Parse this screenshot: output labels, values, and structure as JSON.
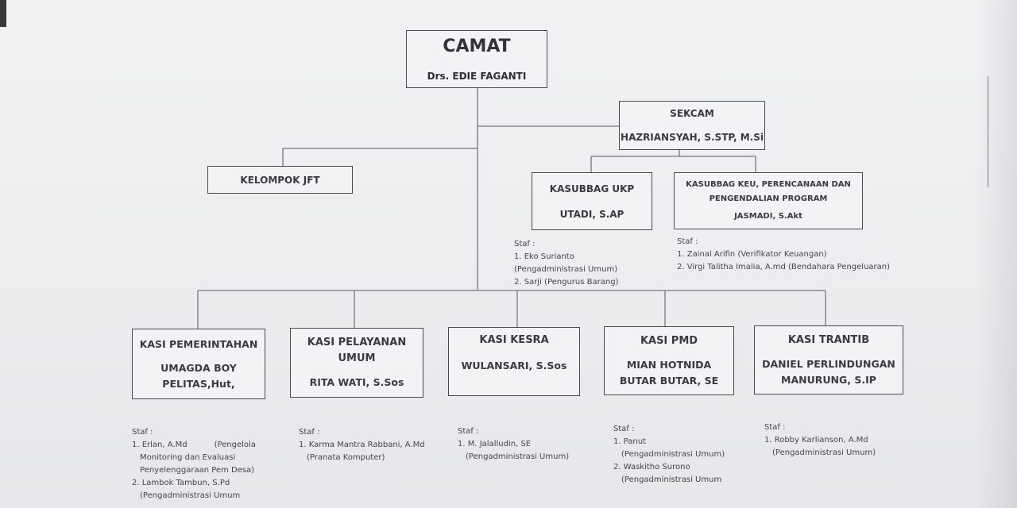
{
  "camat": {
    "title": "CAMAT",
    "name": "Drs. EDIE FAGANTI"
  },
  "sekcam": {
    "title": "SEKCAM",
    "name": "HAZRIANSYAH,  S.STP, M.Si"
  },
  "jft": {
    "title": "KELOMPOK JFT"
  },
  "kasubbag_ukp": {
    "title": "KASUBBAG UKP",
    "name": "UTADI, S.AP"
  },
  "kasubbag_keu": {
    "title_line1": "KASUBBAG KEU, PERENCANAAN DAN",
    "title_line2": "PENGENDALIAN PROGRAM",
    "name": "JASMADI, S.Akt"
  },
  "staff_ukp": {
    "heading": "Staf :",
    "lines": [
      "1. Eko Surianto",
      "(Pengadministrasi Umum)",
      "2. Sarji (Pengurus Barang)"
    ]
  },
  "staff_keu": {
    "heading": "Staf :",
    "lines": [
      "1. Zainal Arifin (Verifikator Keuangan)",
      "2. Virgi Talitha Imalia, A.md (Bendahara Pengeluaran)"
    ]
  },
  "kasi_pemerintahan": {
    "title": "KASI PEMERINTAHAN",
    "name_line1": "UMAGDA BOY",
    "name_line2": "PELITAS,Hut,"
  },
  "kasi_pelayanan": {
    "title_line1": "KASI PELAYANAN",
    "title_line2": "UMUM",
    "name": "RITA WATI,  S.Sos"
  },
  "kasi_kesra": {
    "title": "KASI KESRA",
    "name": "WULANSARI, S.Sos"
  },
  "kasi_pmd": {
    "title": "KASI PMD",
    "name_line1": "MIAN HOTNIDA",
    "name_line2": "BUTAR BUTAR, SE"
  },
  "kasi_trantib": {
    "title": "KASI TRANTIB",
    "name_line1": "DANIEL PERLINDUNGAN",
    "name_line2": "MANURUNG, S.IP"
  },
  "staff_pemerintahan": {
    "heading": "Staf :",
    "l1": "1. Erlan, A.Md",
    "l1b": "(Pengelola",
    "l2": "Monitoring dan Evaluasi",
    "l3": "Penyelenggaraan Pem Desa)",
    "l4": "2. Lambok Tambun, S.Pd",
    "l5": "(Pengadministrasi Umum"
  },
  "staff_pelayanan": {
    "heading": "Staf :",
    "l1": "1. Karma Mantra Rabbani, A.Md",
    "l2": "(Pranata Komputer)"
  },
  "staff_kesra": {
    "heading": "Staf :",
    "l1": "1. M. Jalalludin, SE",
    "l2": "(Pengadministrasi Umum)"
  },
  "staff_pmd": {
    "heading": "Staf :",
    "l1": "1. Panut",
    "l2": "(Pengadministrasi Umum)",
    "l3": "2. Waskitho Surono",
    "l4": "(Pengadministrasi Umum"
  },
  "staff_trantib": {
    "heading": "Staf :",
    "l1": "1. Robby Karlianson, A.Md",
    "l2": "(Pengadministrasi Umum)"
  }
}
